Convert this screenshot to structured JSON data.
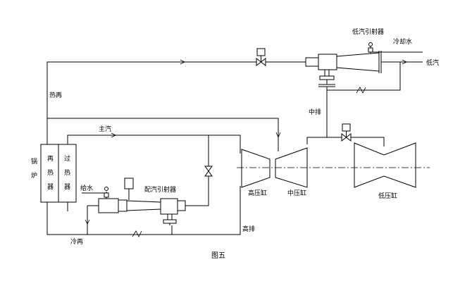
{
  "labels": {
    "boiler_a": "锅",
    "boiler_b": "炉",
    "reheater": [
      "再",
      "热",
      "器"
    ],
    "superheater": [
      "过",
      "热",
      "器"
    ],
    "hot_reheat": "热再",
    "cold_reheat": "冷再",
    "main_steam": "主汽",
    "feedwater": "给水",
    "cold_reheat_ejector": "配汽引射器",
    "hp_cylinder": "高压缸",
    "ip_cylinder": "中压缸",
    "lp_cylinder": "低压缸",
    "hp_exhaust": "高排",
    "ip_exhaust": "中排",
    "lp_ejector": "低汽引射器",
    "cooling_water": "冷却水",
    "lp_steam": "低汽",
    "figure_caption": "图五"
  }
}
